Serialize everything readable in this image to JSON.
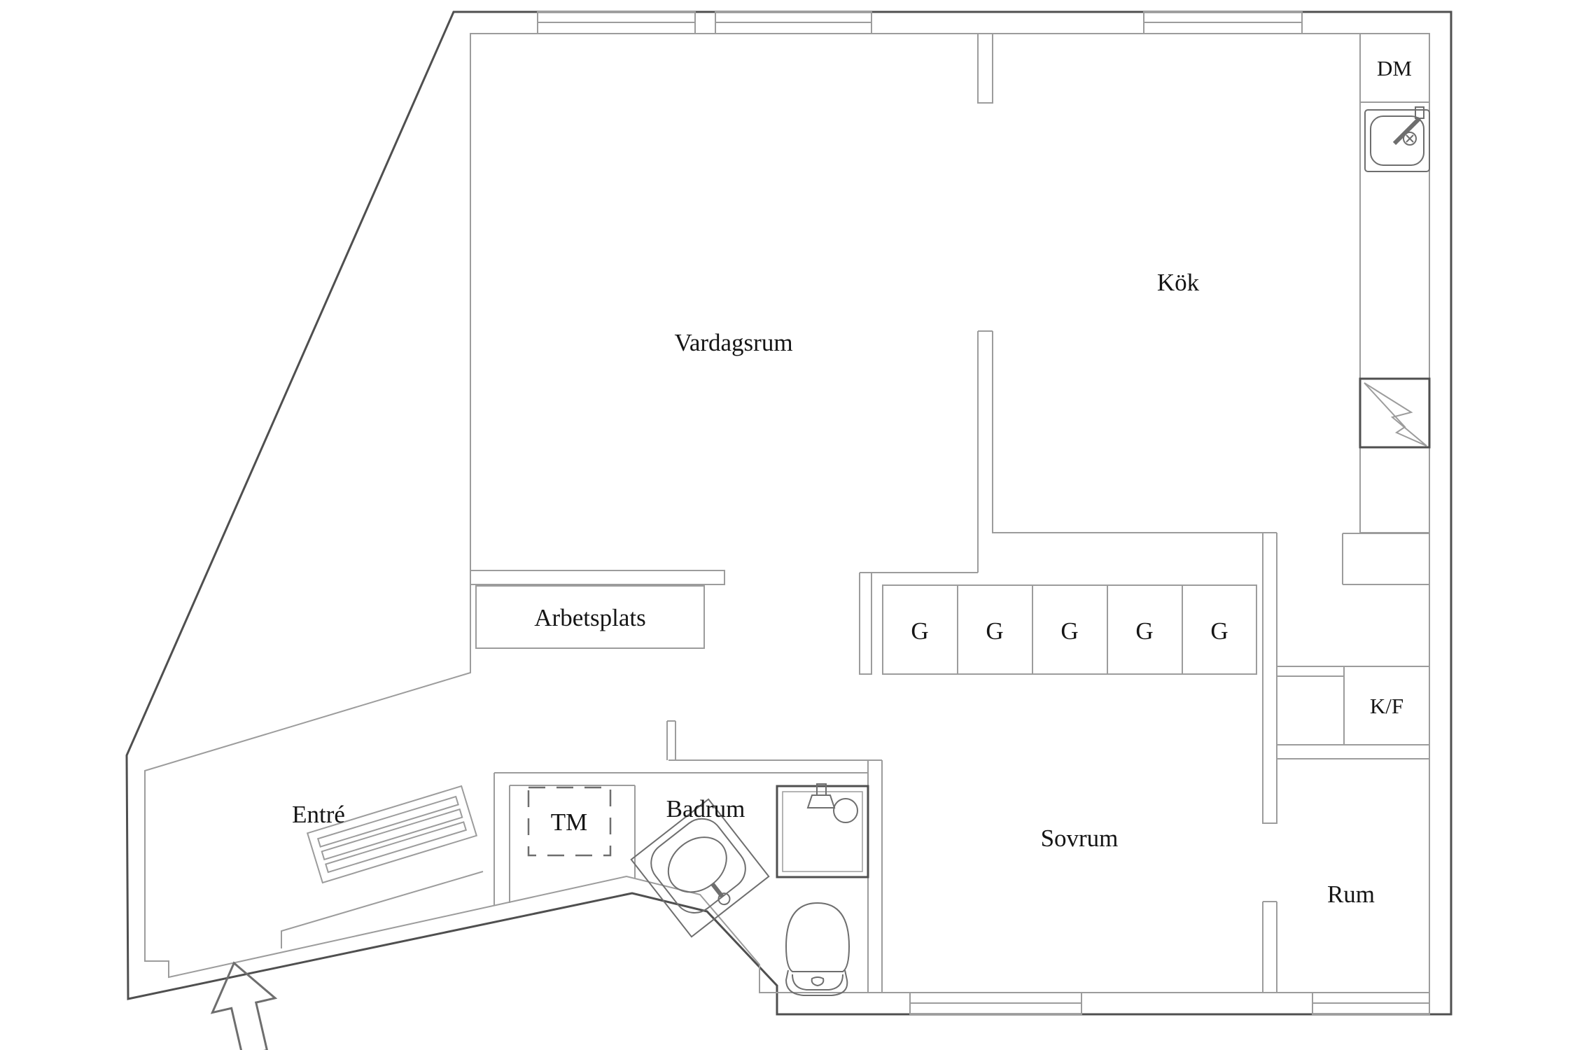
{
  "colors": {
    "background": "#ffffff",
    "wall_dark": "#4f4f4f",
    "wall_light": "#9c9c9c",
    "fixture": "#6e6e6e",
    "fixture_light": "#9c9c9c",
    "text": "#151515"
  },
  "labels": {
    "living_room": "Vardagsrum",
    "kitchen": "Kök",
    "workspace": "Arbetsplats",
    "entrance": "Entré",
    "washing_machine": "TM",
    "bathroom": "Badrum",
    "bedroom": "Sovrum",
    "room": "Rum",
    "dishwasher": "DM",
    "fridge_freezer": "K/F",
    "wardrobe": "G"
  },
  "wardrobe_count": 5,
  "icons": {
    "sink-icon": "kitchen sink with faucet and drain",
    "stove-icon": "square with lightning bolt (electric stove)",
    "shower-icon": "square shower cabin with shower head and knob",
    "washbasin-icon": "rotated square washbasin with oval bowl and tap",
    "toilet-icon": "toilet seen from above with cistern",
    "radiator-icon": "slatted radiator bench in entrance",
    "entry-arrow-icon": "outline arrow marking the entry direction",
    "window-icon": "wall opening with center line"
  }
}
